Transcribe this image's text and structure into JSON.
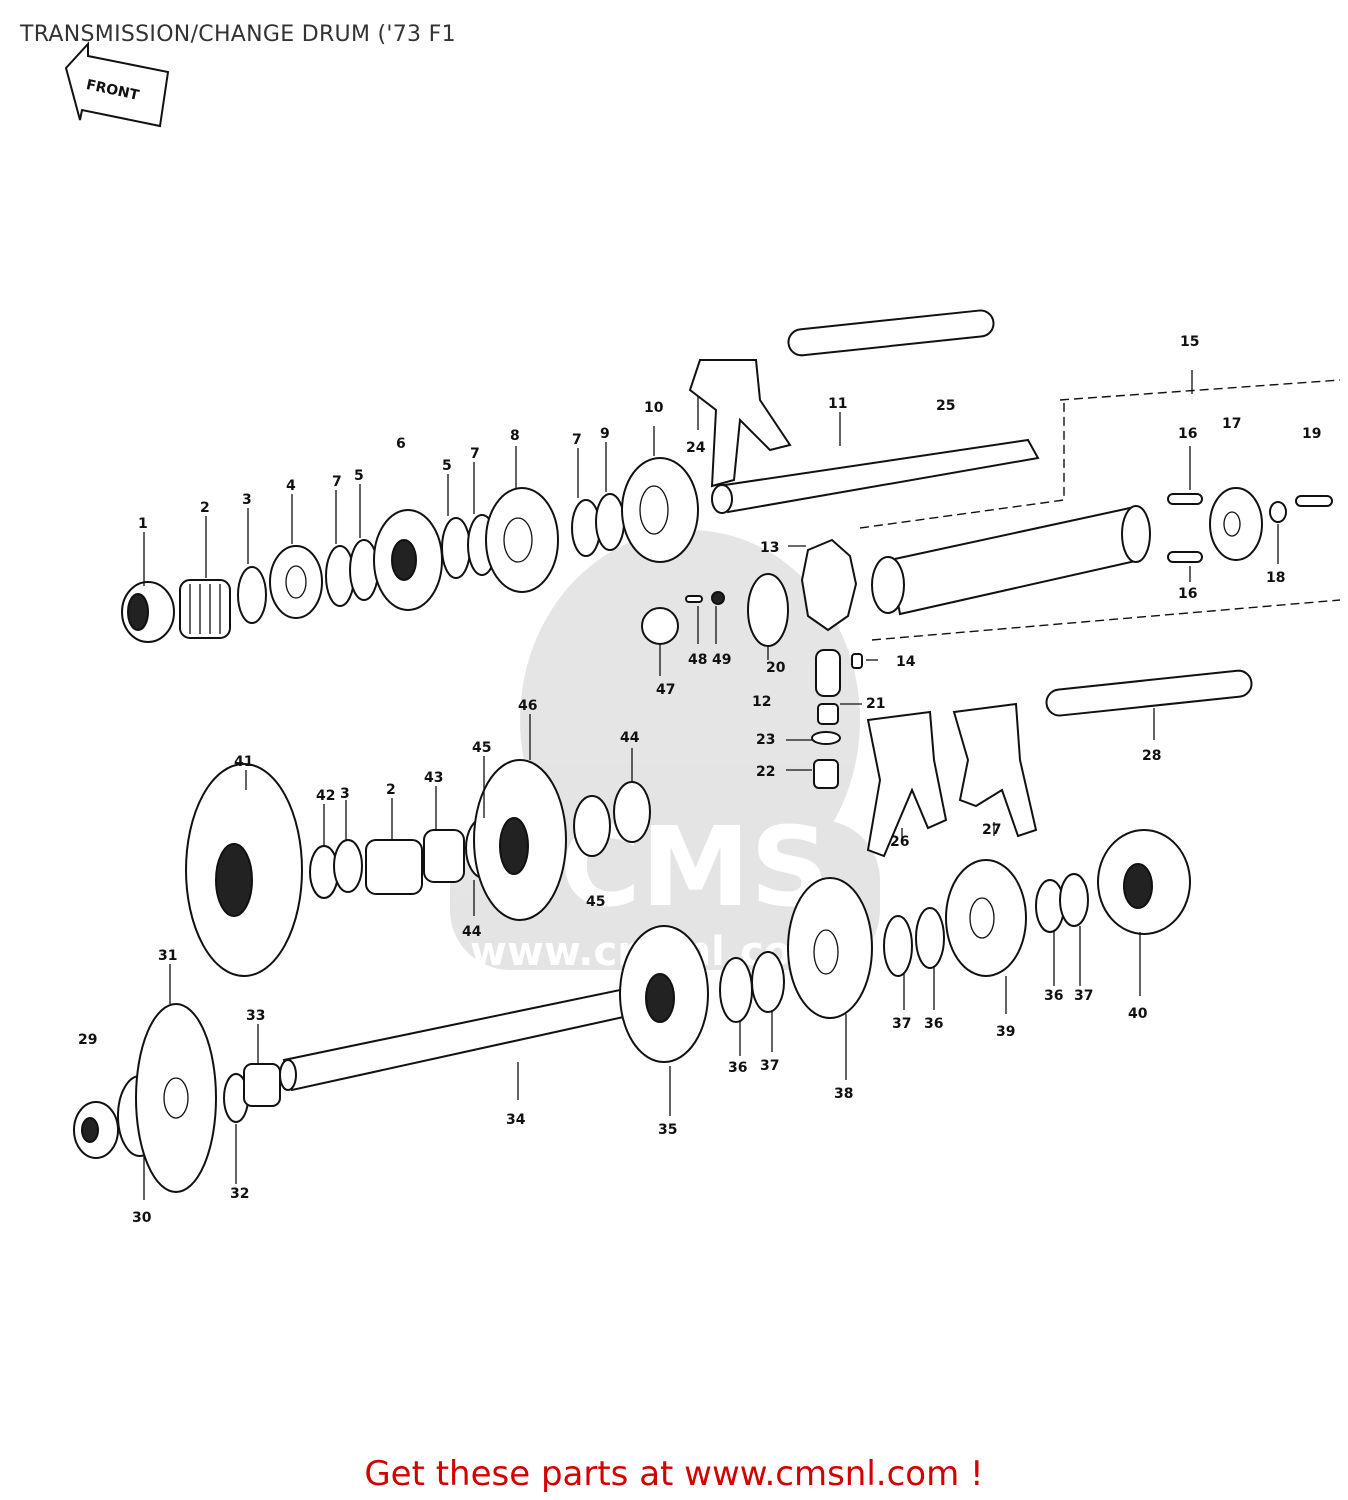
{
  "title": "TRANSMISSION/CHANGE DRUM ('73 F1",
  "front_tag": "FRONT",
  "footer_link": "Get these parts at www.cmsnl.com !",
  "watermark": {
    "logo_text": "CMS",
    "url_text": "www.cmsnl.com"
  },
  "callouts": [
    "1",
    "2",
    "3",
    "4",
    "5",
    "5",
    "6",
    "7",
    "7",
    "7",
    "8",
    "9",
    "10",
    "11",
    "12",
    "13",
    "14",
    "15",
    "16",
    "16",
    "17",
    "18",
    "19",
    "20",
    "21",
    "22",
    "23",
    "24",
    "25",
    "26",
    "27",
    "28",
    "29",
    "30",
    "31",
    "32",
    "33",
    "34",
    "35",
    "36",
    "36",
    "36",
    "37",
    "37",
    "37",
    "38",
    "39",
    "40",
    "41",
    "42",
    "43",
    "2",
    "3",
    "44",
    "44",
    "45",
    "45",
    "46",
    "47",
    "48",
    "49"
  ],
  "colors": {
    "link": "#d40000",
    "ink": "#111111",
    "title": "#333333"
  }
}
